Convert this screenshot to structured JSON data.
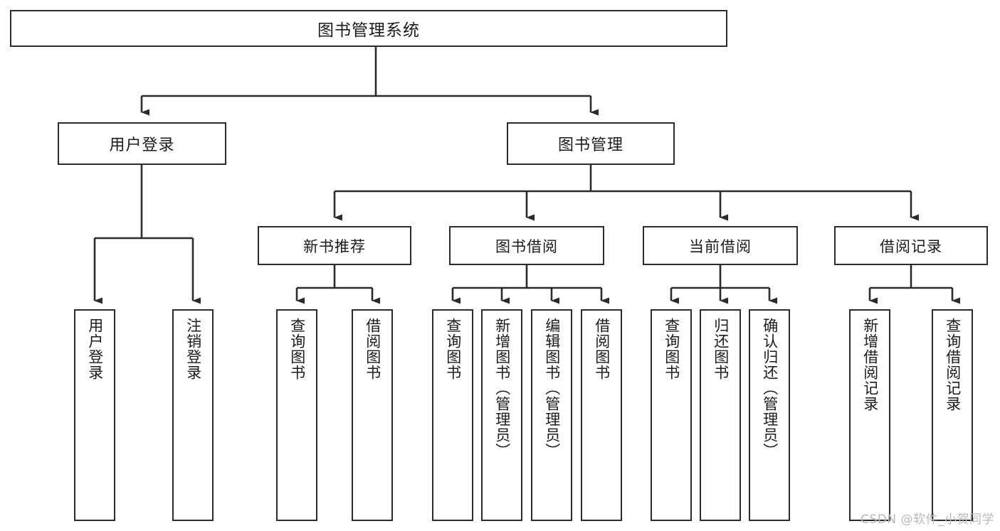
{
  "diagram": {
    "type": "tree",
    "title": "图书管理系统",
    "background_color": "#ffffff",
    "stroke_color": "#2b2b2b",
    "text_color": "#1b1b1b",
    "root": {
      "label": "图书管理系统"
    },
    "level2": [
      {
        "label": "用户登录"
      },
      {
        "label": "图书管理"
      }
    ],
    "level3": [
      {
        "label": "新书推荐"
      },
      {
        "label": "图书借阅"
      },
      {
        "label": "当前借阅"
      },
      {
        "label": "借阅记录"
      }
    ],
    "leaves": {
      "user_login": [
        {
          "label": "用户登录"
        },
        {
          "label": "注销登录"
        }
      ],
      "new_book_recommend": [
        {
          "label": "查询图书"
        },
        {
          "label": "借阅图书"
        }
      ],
      "book_borrow": [
        {
          "label": "查询图书"
        },
        {
          "label": "新增图书（管理员）"
        },
        {
          "label": "编辑图书（管理员）"
        },
        {
          "label": "借阅图书"
        }
      ],
      "current_borrow": [
        {
          "label": "查询图书"
        },
        {
          "label": "归还图书"
        },
        {
          "label": "确认归还（管理员）"
        }
      ],
      "borrow_records": [
        {
          "label": "新增借阅记录"
        },
        {
          "label": "查询借阅记录"
        }
      ]
    }
  },
  "watermark": {
    "text": "CSDN @软件_小贺同学"
  }
}
